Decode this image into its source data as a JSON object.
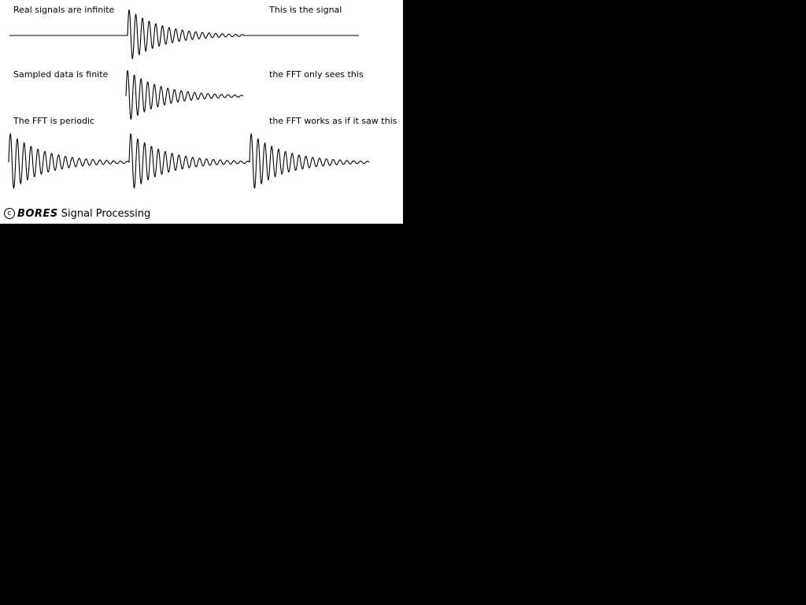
{
  "rows": [
    {
      "left_label": "Real signals are infinite",
      "right_label": "This is the signal"
    },
    {
      "left_label": "Sampled data is finite",
      "right_label": "the FFT only sees this"
    },
    {
      "left_label": "The FFT is periodic",
      "right_label": "the FFT works as if it saw this"
    }
  ],
  "footer": {
    "copyright_symbol": "c",
    "brand": "BORES",
    "company": "Signal Processing"
  },
  "colors": {
    "page_background": "#000000",
    "figure_background": "#ffffff",
    "ink": "#000000"
  }
}
